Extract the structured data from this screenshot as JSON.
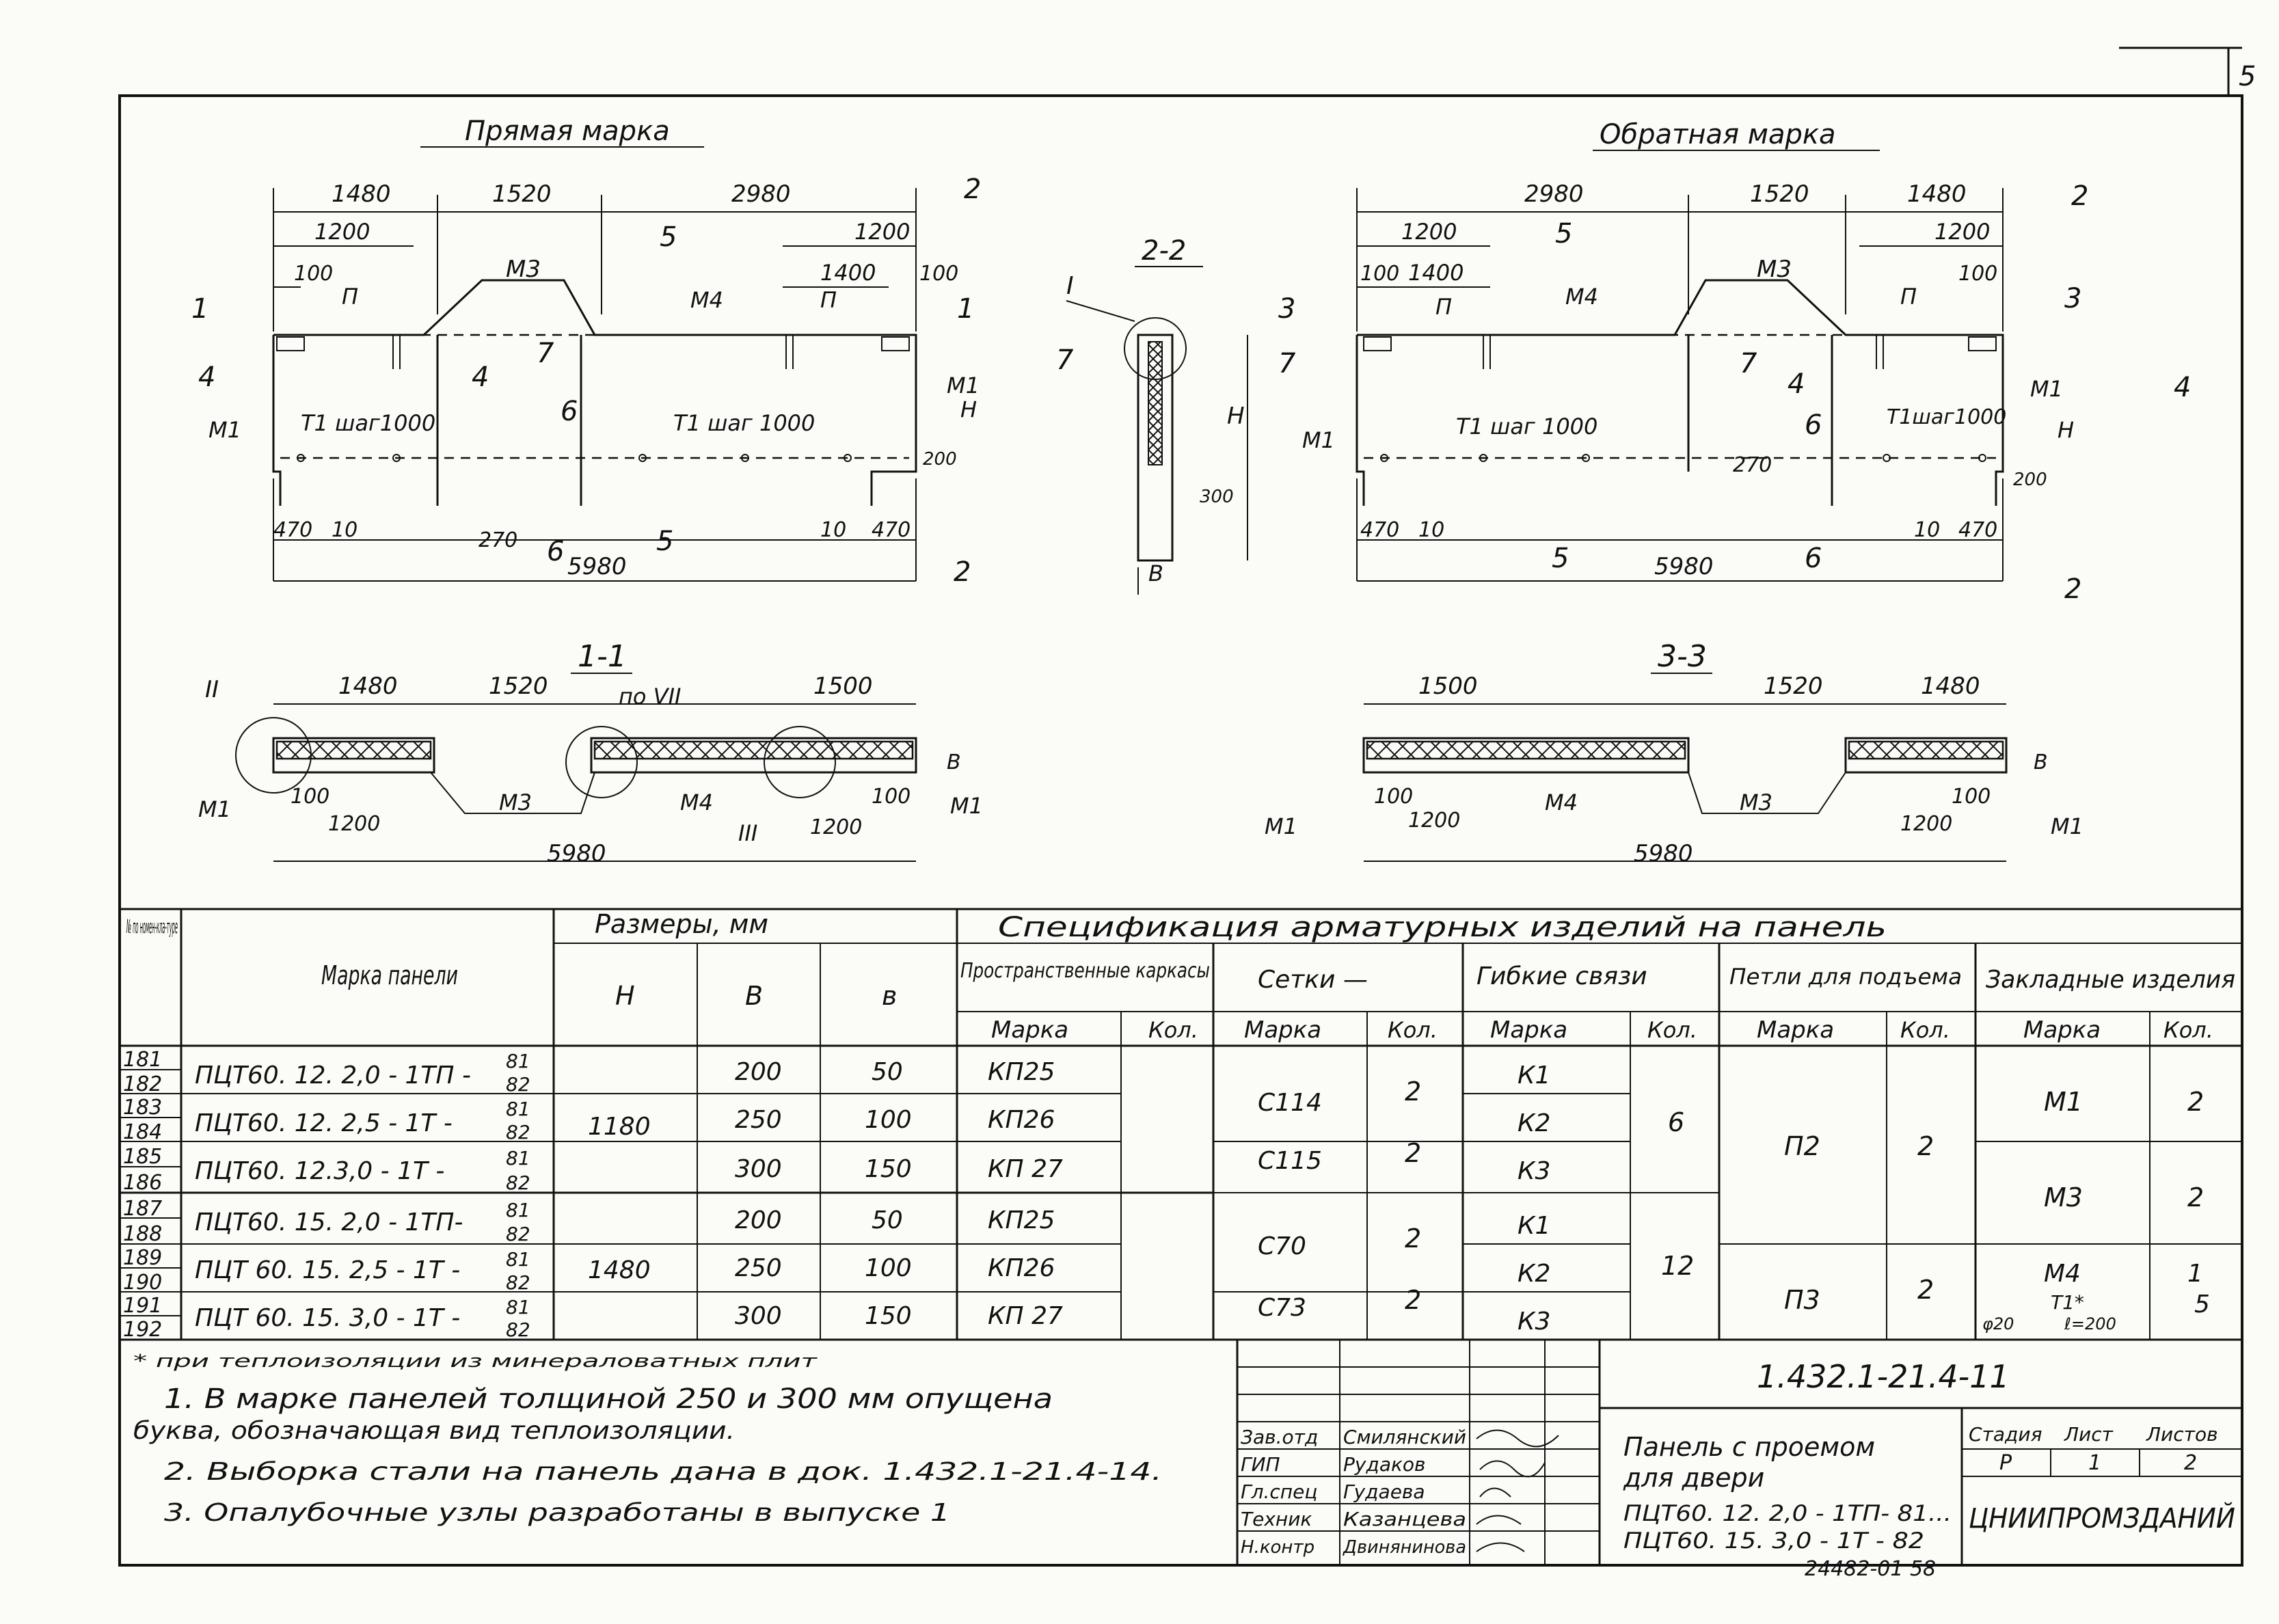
{
  "sheet_number": "5",
  "views": {
    "direct": {
      "title": "Прямая марка",
      "top_dims": [
        "1480",
        "1520",
        "2980"
      ],
      "dim_1200_left": "1200",
      "dim_1200_right": "1200",
      "dim_1400": "1400",
      "dim_100_left": "100",
      "dim_100_right": "100",
      "total": "5980",
      "dim_470_left": "470",
      "dim_10_left": "10",
      "dim_10_right": "10",
      "dim_470_right": "470",
      "dim_270": "270",
      "dim_200": "200",
      "labels": {
        "m1_left": "М1",
        "m1_right": "М1",
        "m3": "М3",
        "m4": "М4",
        "p_left": "П",
        "p_right": "П",
        "t1_left": "Т1 шаг1000",
        "t1_right": "Т1 шаг 1000",
        "h": "Н"
      },
      "cuts": {
        "c1": "1",
        "c1b": "1",
        "c4": "4",
        "c4b": "4",
        "c7": "7",
        "c7b": "7",
        "c2": "2",
        "c2b": "2",
        "c5": "5",
        "c5b": "5",
        "c6": "6",
        "c6b": "6"
      }
    },
    "section22": {
      "title": "2-2",
      "node": "I",
      "h": "Н",
      "dim_300": "300",
      "b": "В"
    },
    "reverse": {
      "title": "Обратная марка",
      "top_dims": [
        "2980",
        "1520",
        "1480"
      ],
      "dim_1200_left": "1200",
      "dim_1200_right": "1200",
      "dim_1400": "1400",
      "dim_100_left": "100",
      "dim_100_right": "100",
      "total": "5980",
      "dim_470_left": "470",
      "dim_10_left": "10",
      "dim_10_right": "10",
      "dim_470_right": "470",
      "dim_270": "270",
      "dim_200": "200",
      "labels": {
        "m1_left": "М1",
        "m1_right": "М1",
        "m3": "М3",
        "m4": "М4",
        "p_left": "П",
        "p_right": "П",
        "t1_left": "Т1 шаг 1000",
        "t1_right": "Т1шаг1000",
        "h": "Н"
      },
      "cuts": {
        "c3": "3",
        "c3b": "3",
        "c7": "7",
        "c7b": "7",
        "c4": "4",
        "c4b": "4",
        "c2": "2",
        "c2b": "2",
        "c5": "5",
        "c5b": "5",
        "c6": "6",
        "c6b": "6"
      }
    },
    "section11": {
      "title": "1-1",
      "dims": [
        "1480",
        "1520",
        "1500"
      ],
      "node_ii": "II",
      "node_iii": "III",
      "node_vii": "по VII",
      "m1_left": "М1",
      "m1_right": "М1",
      "m3": "М3",
      "m4": "М4",
      "d100_l": "100",
      "d1200_l": "1200",
      "d1200_r": "1200",
      "d100_r": "100",
      "total": "5980",
      "b": "В"
    },
    "section33": {
      "title": "3-3",
      "dims": [
        "1500",
        "1520",
        "1480"
      ],
      "m1_left": "М1",
      "m1_right": "М1",
      "m3": "М3",
      "m4": "М4",
      "d100_l": "100",
      "d1200_l": "1200",
      "d1200_r": "1200",
      "d100_r": "100",
      "total": "5980",
      "b": "В"
    }
  },
  "table": {
    "h_num": "№ по номен-кла-туре",
    "h_mark": "Марка панели",
    "h_sizes": "Размеры, мм",
    "h_H": "Н",
    "h_B": "В",
    "h_b": "в",
    "h_spec": "Спецификация арматурных изделий на панель",
    "h_frames": "Пространственные каркасы",
    "h_meshes": "Сетки —",
    "h_ties": "Гибкие связи",
    "h_loops": "Петли для подъема",
    "h_embeds": "Закладные изделия",
    "h_marka": "Марка",
    "h_kol": "Кол.",
    "rows": [
      {
        "n1": "181",
        "n2": "182",
        "mark": "ПЦТ60. 12. 2,0 - 1ТП -",
        "f1": "81",
        "f2": "82",
        "B": "200",
        "b": "50",
        "frame": "КП25"
      },
      {
        "n1": "183",
        "n2": "184",
        "mark": "ПЦТ60. 12. 2,5 - 1Т -",
        "f1": "81",
        "f2": "82",
        "B": "250",
        "b": "100",
        "frame": "КП26"
      },
      {
        "n1": "185",
        "n2": "186",
        "mark": "ПЦТ60. 12.3,0 - 1Т -",
        "f1": "81",
        "f2": "82",
        "B": "300",
        "b": "150",
        "frame": "КП 27"
      },
      {
        "n1": "187",
        "n2": "188",
        "mark": "ПЦТ60. 15. 2,0 - 1ТП-",
        "f1": "81",
        "f2": "82",
        "B": "200",
        "b": "50",
        "frame": "КП25"
      },
      {
        "n1": "189",
        "n2": "190",
        "mark": "ПЦТ 60. 15. 2,5 - 1Т -",
        "f1": "81",
        "f2": "82",
        "B": "250",
        "b": "100",
        "frame": "КП26"
      },
      {
        "n1": "191",
        "n2": "192",
        "mark": "ПЦТ 60. 15. 3,0 - 1Т -",
        "f1": "81",
        "f2": "82",
        "B": "300",
        "b": "150",
        "frame": "КП 27"
      }
    ],
    "H_1": "1180",
    "H_2": "1480",
    "mesh": [
      {
        "m": "С114",
        "k": "2"
      },
      {
        "m": "С115",
        "k": "2"
      },
      {
        "m": "С70",
        "k": "2"
      },
      {
        "m": "С73",
        "k": "2"
      }
    ],
    "ties": [
      "К1",
      "К2",
      "К3",
      "К1",
      "К2",
      "К3"
    ],
    "ties_k1": "6",
    "ties_k2": "12",
    "loop_1": {
      "m": "П2",
      "k": "2"
    },
    "loop_2": {
      "m": "П3",
      "k": "2"
    },
    "embeds": [
      {
        "m": "М1",
        "k": "2"
      },
      {
        "m": "М3",
        "k": "2"
      },
      {
        "m": "М4",
        "k": "1"
      }
    ],
    "embed_t1": "Т1*",
    "embed_t1_d": "φ20",
    "embed_t1_l": "ℓ=200",
    "embed_t1_k": "5"
  },
  "notes": {
    "footnote": "* при теплоизоляции из минераловатных плит",
    "n1a": "1. В марке панелей толщиной 250 и 300 мм опущена",
    "n1b": "буква, обозначающая вид теплоизоляции.",
    "n2": "2. Выборка стали на панель дана в док. 1.432.1-21.4-14.",
    "n3": "3. Опалубочные узлы разработаны в выпуске 1"
  },
  "stamp": {
    "code": "1.432.1-21.4-11",
    "roles": [
      {
        "role": "Зав.отд",
        "name": "Смилянский"
      },
      {
        "role": "ГИП",
        "name": "Рудаков"
      },
      {
        "role": "Гл.спец",
        "name": "Гудаева"
      },
      {
        "role": "Техник",
        "name": "Казанцева"
      },
      {
        "role": "Н.контр",
        "name": "Двинянинова"
      }
    ],
    "title1": "Панель с проемом",
    "title2": "для двери",
    "title3": "ПЦТ60. 12. 2,0 - 1ТП- 81...",
    "title4": "ПЦТ60. 15. 3,0 - 1Т - 82",
    "h_stage": "Стадия",
    "h_sheet": "Лист",
    "h_sheets": "Листов",
    "stage": "Р",
    "sheet": "1",
    "sheets": "2",
    "org": "ЦНИИПРОМЗДАНИЙ",
    "inventory": "24482-01 58"
  }
}
